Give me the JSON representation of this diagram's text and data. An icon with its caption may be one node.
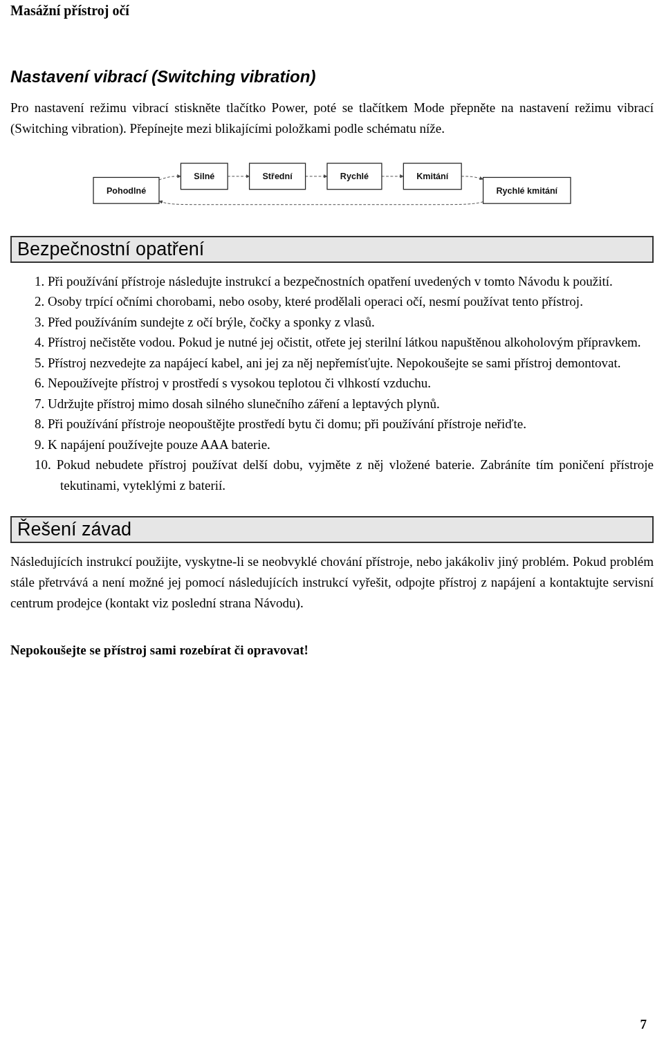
{
  "diagram": {
    "title": "Masážní přístroj očí",
    "nodes": [
      {
        "text": [
          "Pohodlné"
        ]
      },
      {
        "text": [
          "Silné"
        ]
      },
      {
        "text": [
          "Střední"
        ]
      },
      {
        "text": [
          "Rychlé kmitání"
        ]
      },
      {
        "text": [
          "Kmitání"
        ]
      },
      {
        "text": [
          "Rychlé"
        ]
      }
    ],
    "edges": [
      {
        "from": 0,
        "to": 1,
        "arrow": "to",
        "style": "dashed"
      },
      {
        "from": 1,
        "to": 2,
        "arrow": "to",
        "style": "dashed"
      },
      {
        "from": 2,
        "to": 5,
        "arrow": "to",
        "style": "dashed"
      },
      {
        "from": 5,
        "to": 4,
        "arrow": "to",
        "style": "dashed"
      },
      {
        "from": 4,
        "to": 3,
        "arrow": "to",
        "style": "dashed"
      },
      {
        "from": 3,
        "to": 0,
        "arrow": "to",
        "style": "dashed"
      }
    ],
    "labels": [
      "Nastavení vibrací (Switching vibration)",
      "Pro nastavení režimu vibrací stiskněte tlačítko Power, poté se tlačítkem Mode přepněte na nastavení režimu vibrací (Switching vibration). Přepínejte mezi blikajícími položkami podle schématu níže.",
      "Bezpečnostní opatření",
      "1. Při používání přístroje následujte instrukcí a bezpečnostních opatření uvedených v tomto Návodu k použití.",
      "2. Osoby trpící očními chorobami, nebo osoby, které prodělali operaci očí, nesmí používat tento přístroj.",
      "3. Před používáním sundejte z očí brýle, čočky a sponky z vlasů.",
      "4. Přístroj nečistěte vodou. Pokud je nutné jej očistit, otřete jej sterilní látkou napuštěnou alkoholovým přípravkem.",
      "5. Přístroj nezvedejte za napájecí kabel, ani jej za něj nepřemísťujte. Nepokoušejte se sami přístroj demontovat.",
      "6. Nepoužívejte přístroj v prostředí s vysokou teplotou či vlhkostí vzduchu.",
      "7. Udržujte přístroj mimo dosah silného slunečního záření a leptavých plynů.",
      "8. Při používání přístroje neopouštějte prostředí bytu či domu; při používání přístroje neřiďte.",
      "9. K napájení používejte pouze AAA baterie.",
      "10. Pokud nebudete přístroj používat delší dobu, vyjměte z něj vložené baterie. Zabráníte tím poničení přístroje tekutinami, vyteklými z baterií.",
      "Řešení závad",
      "Následujících instrukcí použijte, vyskytne-li se neobvyklé chování přístroje, nebo jakákoliv jiný problém. Pokud problém stále přetrvává a není možné jej pomocí následujících instrukcí vyřešit, odpojte přístroj z napájení a kontaktujte servisní centrum prodejce (kontakt viz poslední strana Návodu).",
      "Nepokoušejte se přístroj sami rozebírat či opravovat!",
      "7"
    ]
  }
}
